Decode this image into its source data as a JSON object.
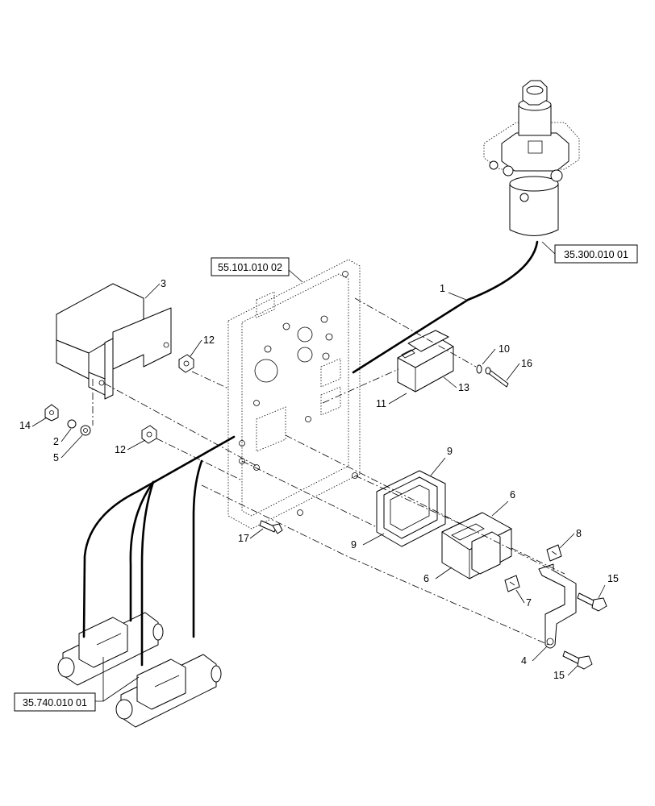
{
  "references": {
    "panel": "55.101.010 02",
    "valve_assembly": "35.300.010 01",
    "solenoid_valves": "35.740.010 01"
  },
  "callouts": {
    "c1": "1",
    "c2": "2",
    "c3": "3",
    "c4": "4",
    "c5": "5",
    "c6a": "6",
    "c6b": "6",
    "c7": "7",
    "c8": "8",
    "c9a": "9",
    "c9b": "9",
    "c10": "10",
    "c11": "11",
    "c12a": "12",
    "c12b": "12",
    "c13": "13",
    "c14": "14",
    "c15a": "15",
    "c15b": "15",
    "c16": "16",
    "c17": "17"
  }
}
